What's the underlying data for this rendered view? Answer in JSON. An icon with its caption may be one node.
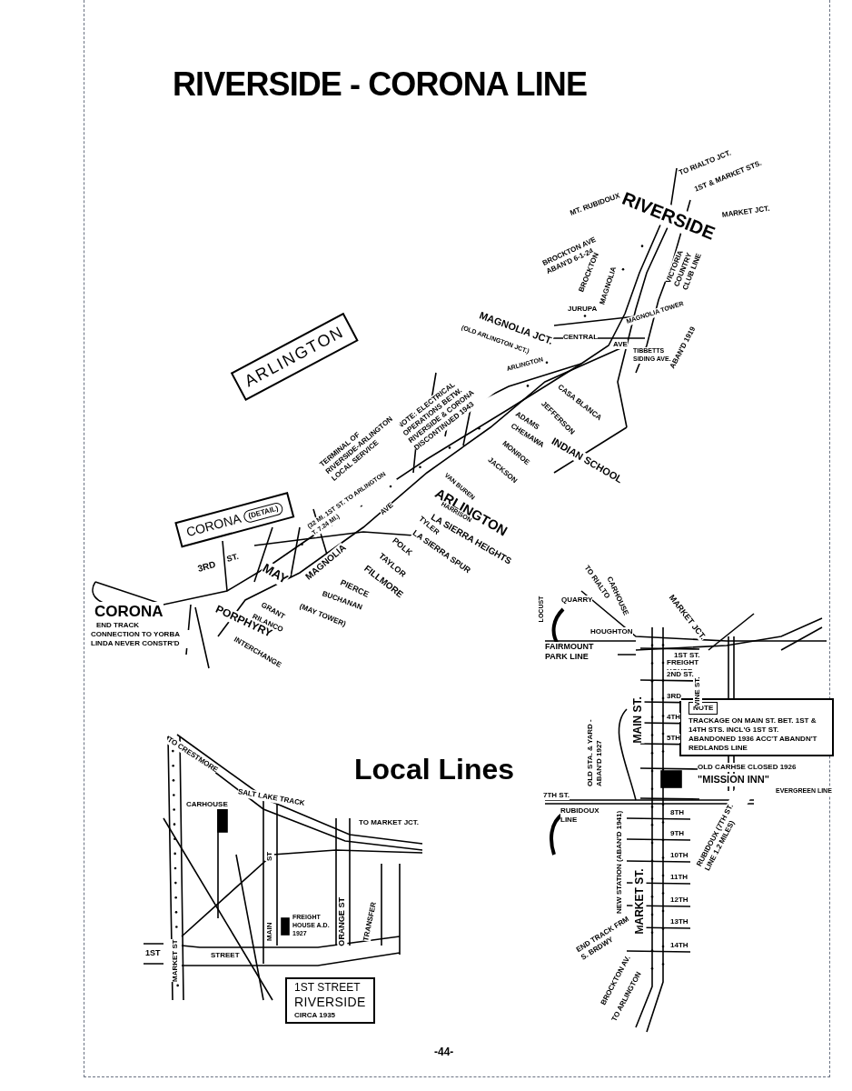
{
  "diagram": {
    "title": "RIVERSIDE - CORONA  LINE",
    "nodes": [
      {
        "text": [
          "ARLINGTON"
        ]
      },
      {
        "text": [
          "CORONA",
          "(DETAIL)"
        ]
      },
      {
        "text": [
          "NOTE",
          "TRACKAGE ON MAIN ST. BET. 1ST & 14TH STS. INCL'G 1ST ST. ABANDONED 1936 ACC'T ABANDN'T REDLANDS LINE"
        ]
      },
      {
        "text": [
          "1ST STREET",
          "RIVERSIDE",
          "CIRCA 1935"
        ]
      }
    ],
    "labels": [
      "TO RIALTO JCT.",
      "1ST & MARKET STS.",
      "MARKET JCT.",
      "MT. RUBIDOUX",
      "RIVERSIDE",
      "BROCKTON AVE ABAN'D 6-1-24",
      "BROCKTON",
      "MAGNOLIA",
      "VICTORIA COUNTRY CLUB LINE",
      "JURUPA",
      "MAGNOLIA TOWER",
      "MAGNOLIA JCT.",
      "(OLD ARLINGTON JCT.)",
      "CENTRAL",
      "AVE",
      "TIBBETTS SIDING AVE.",
      "ABAN'D 1919",
      "ARLINGTON",
      "NOTE: ELECTRICAL OPERATIONS BETW. RIVERSIDE & CORONA DISCONTINUED 1943",
      "CASA BLANCA",
      "JEFFERSON",
      "ADAMS",
      "CHEMAWA",
      "INDIAN SCHOOL",
      "MONROE",
      "JACKSON",
      "VAN BUREN",
      "ARLINGTON",
      "HARRISON",
      "LA SIERRA HEIGHTS",
      "TYLER",
      "LA SIERRA SPUR",
      "POLK",
      "TAYLOR",
      "AVE",
      "MAGNOLIA",
      "FILLMORE",
      "PIERCE",
      "BUCHANAN",
      "(MAY TOWER)",
      "MAY",
      "(32 MI. 1ST ST. TO ARLINGTON T. 7.24 MI.)",
      "TERMINAL OF RIVERSIDE-ARLINGTON LOCAL SERVICE",
      "3RD",
      "ST.",
      "CORONA",
      "END TRACK",
      "CONNECTION TO YORBA LINDA NEVER CONSTR'D",
      "GRANT",
      "RILANCO",
      "PORPHYRY",
      "INTERCHANGE",
      "TO RIALTO",
      "CARHOUSE",
      "QUARRY",
      "LOCUST",
      "HOUGHTON",
      "FAIRMOUNT PARK LINE",
      "MARKET JCT.",
      "1ST ST.",
      "FREIGHT HOUSE",
      "2ND ST.",
      "VINE ST.",
      "3RD",
      "4TH",
      "5TH",
      "MAIN ST.",
      "OLD STA. & YARD - ABAN'D 1927",
      "OLD CARHSE CLOSED 1926",
      "\"MISSION INN\"",
      "EVERGREEN LINE",
      "7TH ST.",
      "RUBIDOUX LINE",
      "8TH",
      "9TH",
      "10TH",
      "11TH",
      "12TH",
      "13TH",
      "14TH",
      "MARKET ST.",
      "NEW STATION (ABAN'D 1941)",
      "RUBIDOUX (7TH ST. LINE 1.2 MILES)",
      "END TRACK FRM S. BRDWY",
      "BROCKTON AV.",
      "TO ARLINGTON",
      "Local Lines",
      "TO CRESTMORE",
      "SALT LAKE TRACK",
      "CARHOUSE",
      "TO MARKET JCT.",
      "ST",
      "MAIN",
      "ORANGE ST",
      "TRANSFER",
      "FREIGHT HOUSE A.D. 1927",
      "1ST",
      "STREET",
      "MARKET ST",
      "-44-"
    ]
  }
}
